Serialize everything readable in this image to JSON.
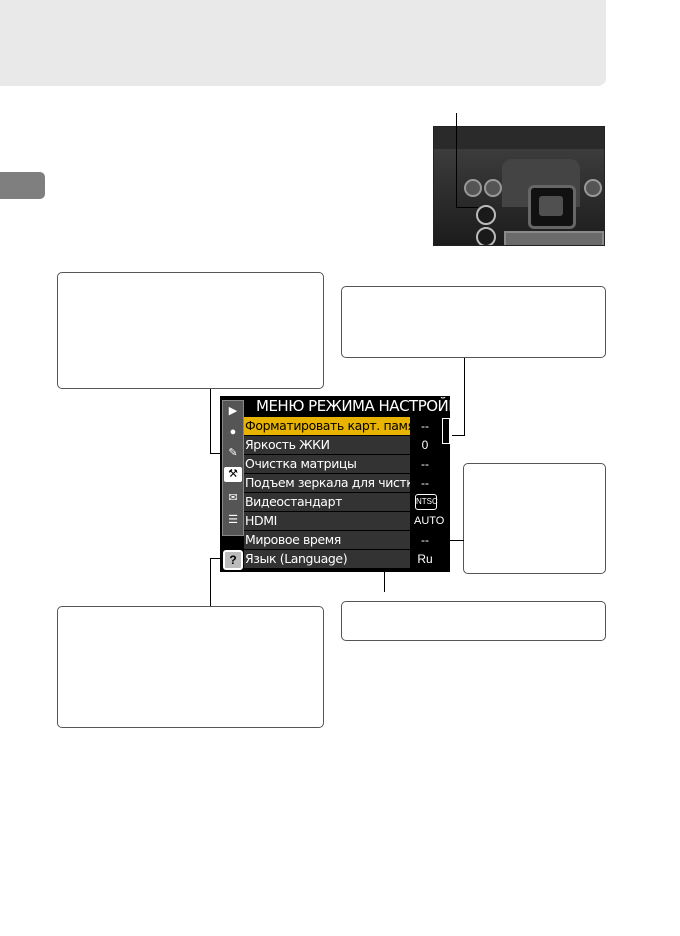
{
  "menu": {
    "title": "МЕНЮ РЕЖИМА НАСТРОЙКИ",
    "tabs": [
      {
        "icon": "play-icon",
        "glyph": "▶"
      },
      {
        "icon": "shooting-icon",
        "glyph": "●"
      },
      {
        "icon": "custom-settings-icon",
        "glyph": "✎"
      },
      {
        "icon": "wrench-icon",
        "glyph": "⚒"
      },
      {
        "icon": "retouch-icon",
        "glyph": "✉"
      },
      {
        "icon": "my-menu-icon",
        "glyph": "☰"
      }
    ],
    "help_glyph": "?",
    "rows": [
      {
        "label": "Форматировать карт. памяти",
        "value": "--"
      },
      {
        "label": "Яркость ЖКИ",
        "value": "0"
      },
      {
        "label": "Очистка матрицы",
        "value": "--"
      },
      {
        "label": "Подъем зеркала для чистки",
        "value": "--"
      },
      {
        "label": "Видеостандарт",
        "value": "NTSC"
      },
      {
        "label": "HDMI",
        "value": "AUTO"
      },
      {
        "label": "Мировое время",
        "value": "--"
      },
      {
        "label": "Язык (Language)",
        "value": "Ru"
      }
    ]
  }
}
